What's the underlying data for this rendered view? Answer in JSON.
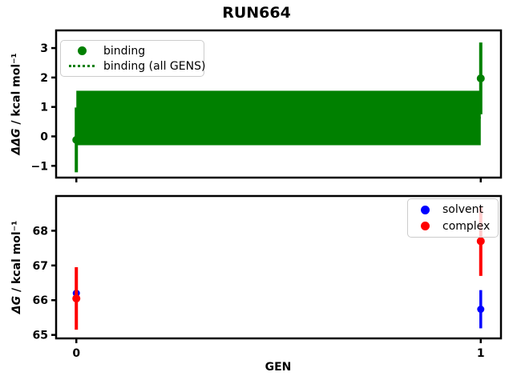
{
  "figure_title": "RUN664",
  "chart_data": [
    {
      "type": "errorbar",
      "title": "RUN664",
      "ylabel_symbol": "ΔΔG",
      "ylabel_units": " / kcal mol⁻¹",
      "ylabel_full": "ΔΔG / kcal mol⁻¹",
      "x": [
        0,
        1
      ],
      "xlim": [
        -0.05,
        1.05
      ],
      "ylim": [
        -1.4,
        3.6
      ],
      "ytick_values": [
        3,
        2,
        1,
        0,
        -1
      ],
      "ytick_labels": [
        "3",
        "2",
        "1",
        "0",
        "−1"
      ],
      "xtick_values": [
        0,
        1
      ],
      "xtick_labels": [],
      "grid": false,
      "series": [
        {
          "name": "binding",
          "color": "#008000",
          "marker": "circle",
          "values": [
            -0.12,
            1.97
          ],
          "yerr": [
            1.1,
            1.22
          ],
          "linewidth": 4,
          "markersize": 10
        }
      ],
      "band": {
        "name": "binding (all GENS)",
        "color": "#008000",
        "lo": -0.3,
        "hi": 1.55,
        "center": 0.63,
        "linestyle": "dotted",
        "x_from": 0,
        "x_to": 1
      },
      "legend": {
        "position": "upper left",
        "items": [
          {
            "label": "binding",
            "marker": "dot",
            "color": "#008000"
          },
          {
            "label": "binding (all GENS)",
            "marker": "dotted-line",
            "color": "#008000"
          }
        ]
      }
    },
    {
      "type": "errorbar",
      "xlabel": "GEN",
      "ylabel_symbol": "ΔG",
      "ylabel_units": " / kcal mol⁻¹",
      "ylabel_full": "ΔG / kcal mol⁻¹",
      "x": [
        0,
        1
      ],
      "xlim": [
        -0.05,
        1.05
      ],
      "ylim": [
        64.9,
        69.0
      ],
      "ytick_values": [
        68,
        67,
        66,
        65
      ],
      "ytick_labels": [
        "68",
        "67",
        "66",
        "65"
      ],
      "xtick_values": [
        0,
        1
      ],
      "xtick_labels": [
        "0",
        "1"
      ],
      "grid": false,
      "series": [
        {
          "name": "solvent",
          "color": "#0000ff",
          "marker": "circle",
          "values": [
            66.2,
            65.74
          ],
          "yerr": [
            0.63,
            0.55
          ],
          "linewidth": 3.5,
          "markersize": 9
        },
        {
          "name": "complex",
          "color": "#ff0000",
          "marker": "circle",
          "values": [
            66.05,
            67.7
          ],
          "yerr": [
            0.9,
            1.0
          ],
          "linewidth": 4,
          "markersize": 10
        }
      ],
      "legend": {
        "position": "upper right",
        "items": [
          {
            "label": "solvent",
            "marker": "dot",
            "color": "#0000ff"
          },
          {
            "label": "complex",
            "marker": "dot",
            "color": "#ff0000"
          }
        ]
      }
    }
  ]
}
